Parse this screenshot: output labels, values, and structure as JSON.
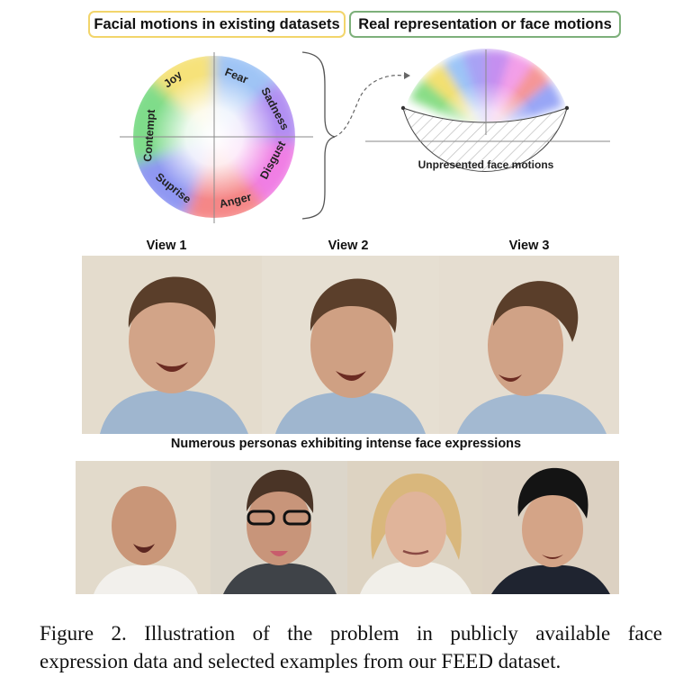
{
  "header": {
    "left_label": "Facial motions in existing datasets",
    "right_label": "Real representation or face motions"
  },
  "wheel": {
    "emotions": [
      "Fear",
      "Sadness",
      "Disgust",
      "Anger",
      "Suprise",
      "Contempt",
      "Joy"
    ],
    "unrepresented_label": "Unpresented face motions"
  },
  "views": [
    "View 1",
    "View 2",
    "View 3"
  ],
  "personas_title": "Numerous personas exhibiting intense face expressions",
  "caption": {
    "line1": "Figure 2. Illustration of the problem in publicly available face",
    "line2": "expression data and selected examples from our FEED dataset."
  }
}
